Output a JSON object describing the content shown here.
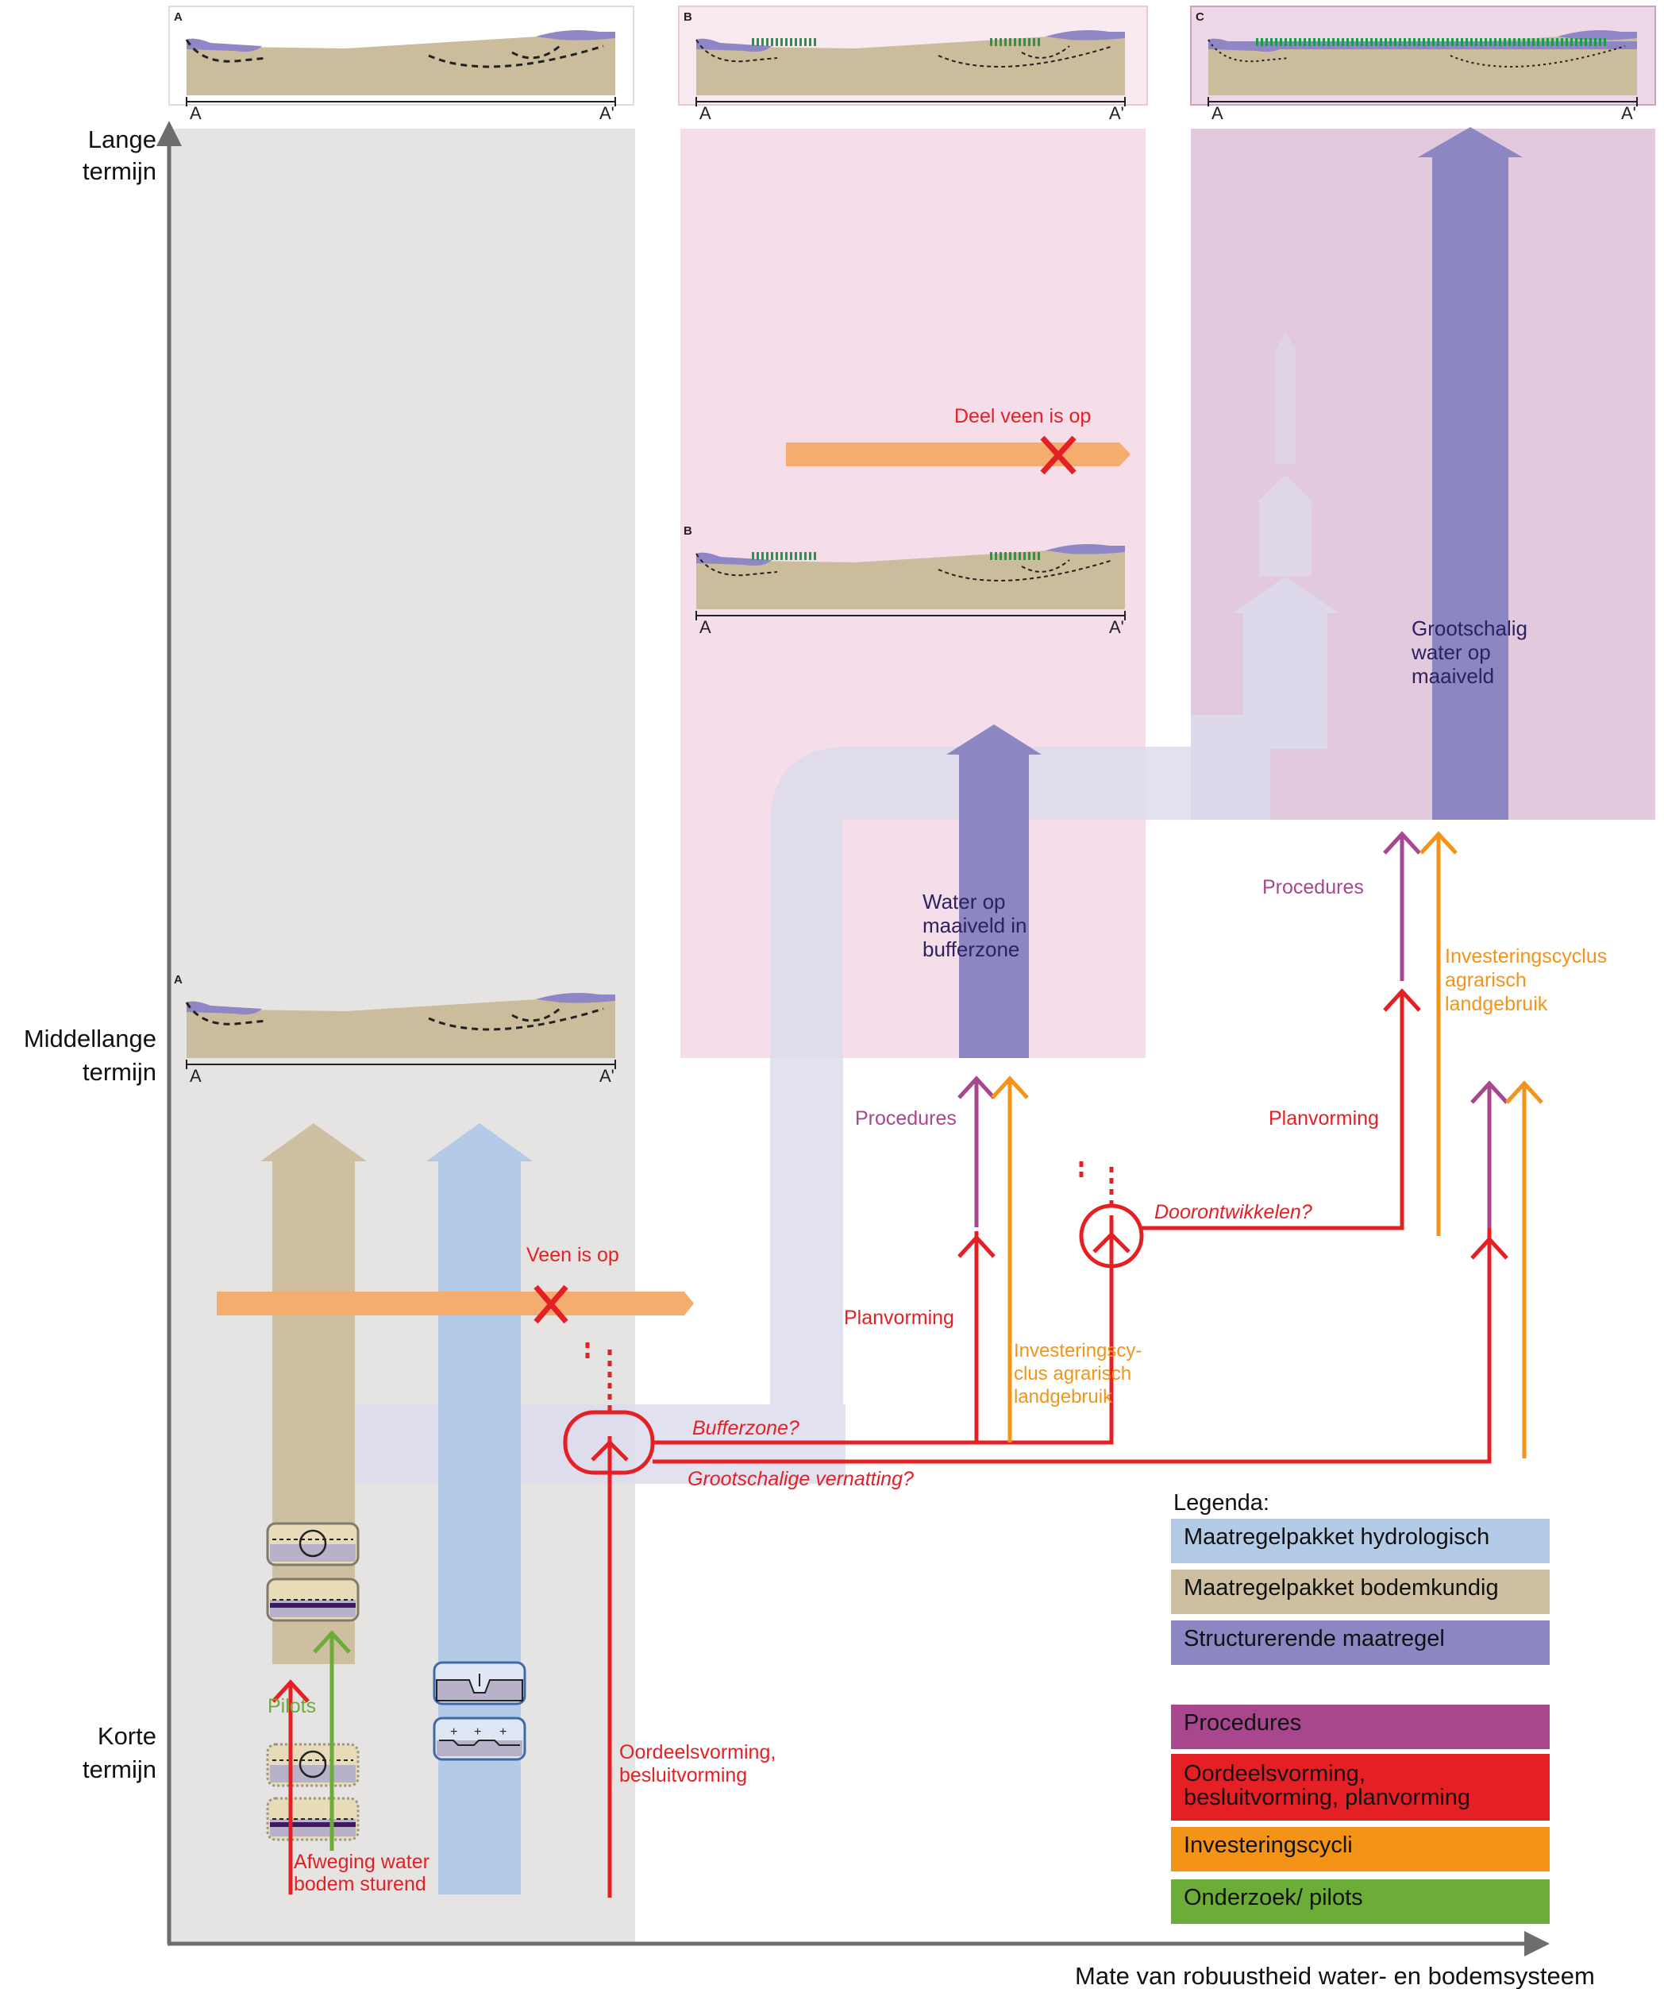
{
  "axes": {
    "y_top": "Lange\ntermijn",
    "y_mid": "Middellange\ntermijn",
    "y_low": "Korte\ntermijn",
    "x_label": "Mate van robuustheid water- en bodemsysteem"
  },
  "scenarios": {
    "A": {
      "letter": "A",
      "left": "A",
      "right": "A'"
    },
    "B": {
      "letter": "B",
      "left": "A",
      "right": "A'"
    },
    "C": {
      "letter": "C",
      "left": "A",
      "right": "A'"
    }
  },
  "labels": {
    "veen_is_op": "Veen is op",
    "deel_veen_is_op": "Deel veen is op",
    "pilots": "Pilots",
    "afweging": "Afweging water\nbodem sturend",
    "oordeelsvorming": "Oordeelsvorming,\nbesluitvorming",
    "bufferzone_q": "Bufferzone?",
    "grootschalige_q": "Grootschalige vernatting?",
    "planvorming_1": "Planvorming",
    "procedures_1": "Procedures",
    "investering_1": "Investeringscy-\nclus agrarisch\nlandgebruik",
    "water_buffer": "Water op\nmaaiveld in\nbufferzone",
    "doorontwikkelen_q": "Doorontwikkelen?",
    "planvorming_2": "Planvorming",
    "procedures_2": "Procedures",
    "investering_2": "Investeringscyclus\nagrarisch\nlandgebruik",
    "grootschalig_water": "Grootschalig\nwater op\nmaaiveld"
  },
  "legend": {
    "title": "Legenda:",
    "items": [
      {
        "label": "Maatregelpakket hydrologisch",
        "color": "#b4cbe8"
      },
      {
        "label": "Maatregelpakket bodemkundig",
        "color": "#cdbfa0"
      },
      {
        "label": "Structurerende maatregel",
        "color": "#8c86c2"
      },
      {
        "label": "Procedures",
        "color": "#a8468e"
      },
      {
        "label": "Oordeelsvorming,\nbesluitvorming, planvorming",
        "color": "#e42025"
      },
      {
        "label": "Investeringscycli",
        "color": "#f39419"
      },
      {
        "label": "Onderzoek/ pilots",
        "color": "#6bad37"
      }
    ]
  },
  "colors": {
    "red": "#e42025",
    "orange": "#f39419",
    "purple": "#a8468e",
    "green": "#6bad37",
    "structural": "#8c86c2",
    "hydro": "#b4cbe8",
    "soil": "#cdbfa0",
    "soil_ground": "#cbbd9b",
    "water": "#8f86c6",
    "zone_grey": "#e5e4e2",
    "zone_pink": "#f5dde9",
    "zone_mauve": "#e2c9dd",
    "flow": "#dcdcec",
    "band_orange": "#f5ad6f"
  }
}
